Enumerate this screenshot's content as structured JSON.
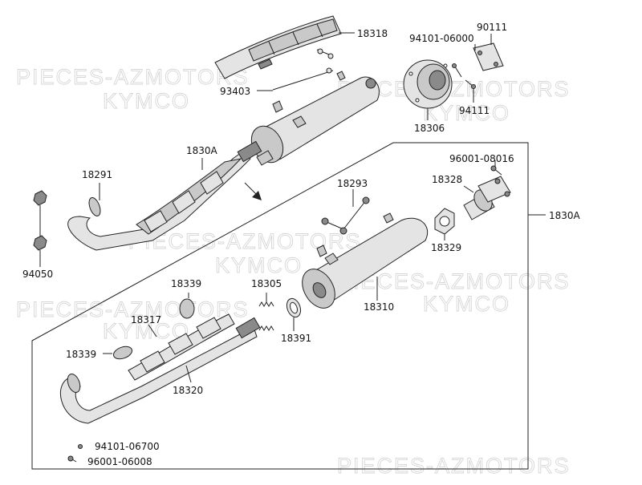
{
  "watermarks": [
    "PIECES-AZMOTORS",
    "KYMCO",
    "PIECES-AZMOTORS",
    "KYMCO",
    "PIECES-AZMOTORS",
    "KYMCO",
    "PIECES-AZMOTORS",
    "KYMCO",
    "PIECES-AZMOTORS",
    "KYMCO",
    "PIECES-AZMOTORS"
  ],
  "part_labels": [
    "18318",
    "93403",
    "94101-06000",
    "90111",
    "94111",
    "18306",
    "1830A",
    "18291",
    "94050",
    "96001-08016",
    "18328",
    "18293",
    "18329",
    "1830A",
    "18339",
    "18305",
    "18310",
    "18317",
    "18391",
    "18339",
    "18320",
    "94101-06700",
    "96001-06008"
  ]
}
